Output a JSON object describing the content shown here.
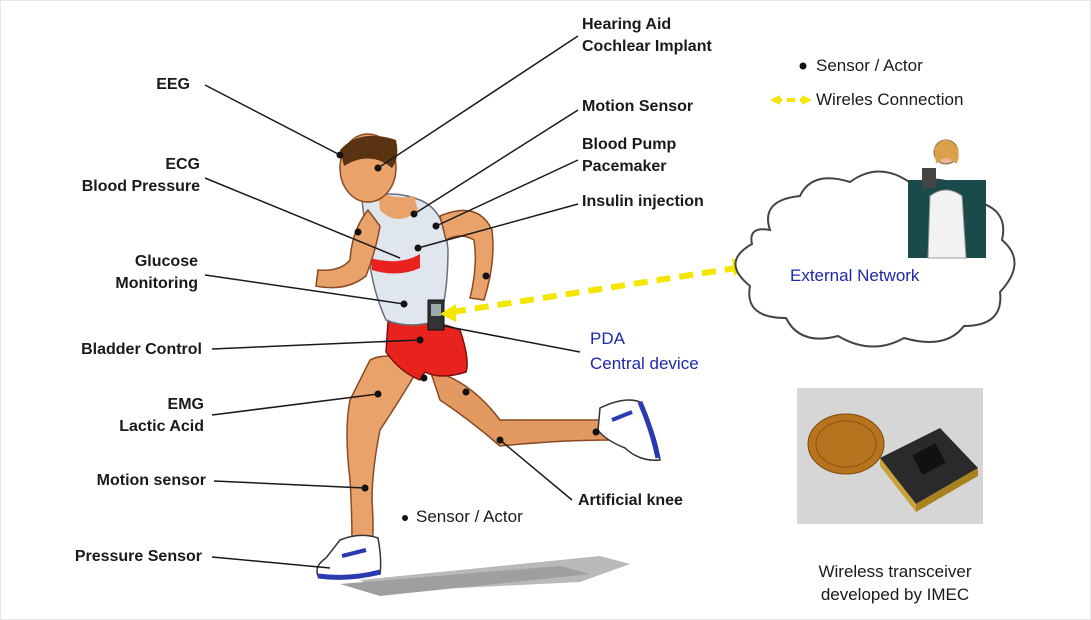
{
  "labels_left": {
    "eeg": "EEG",
    "ecg_line1": "ECG",
    "ecg_line2": "Blood Pressure",
    "glucose_line1": "Glucose",
    "glucose_line2": "Monitoring",
    "bladder": "Bladder Control",
    "emg_line1": "EMG",
    "emg_line2": "Lactic Acid",
    "motion_sensor_leg": "Motion sensor",
    "pressure_sensor": "Pressure Sensor"
  },
  "labels_right": {
    "hearing_line1": "Hearing Aid",
    "hearing_line2": "Cochlear Implant",
    "motion_sensor_chest": "Motion Sensor",
    "pump_line1": "Blood Pump",
    "pump_line2": "Pacemaker",
    "insulin": "Insulin injection",
    "pda_line1": "PDA",
    "pda_line2": "Central device",
    "knee": "Artificial knee",
    "sensor_actor_center": "Sensor / Actor"
  },
  "legend": {
    "sensor_actor": "Sensor / Actor",
    "wireless": "Wireles Connection"
  },
  "network": {
    "label": "External Network"
  },
  "transceiver": {
    "caption_line1": "Wireless transceiver",
    "caption_line2": "developed by IMEC"
  },
  "colors": {
    "label_text": "#1a1a1a",
    "blue_text": "#1c2aa8",
    "wireless_link": "#f5e600",
    "shirt_band": "#e8231e",
    "shorts": "#e8231e",
    "skin": "#e8a26a"
  }
}
